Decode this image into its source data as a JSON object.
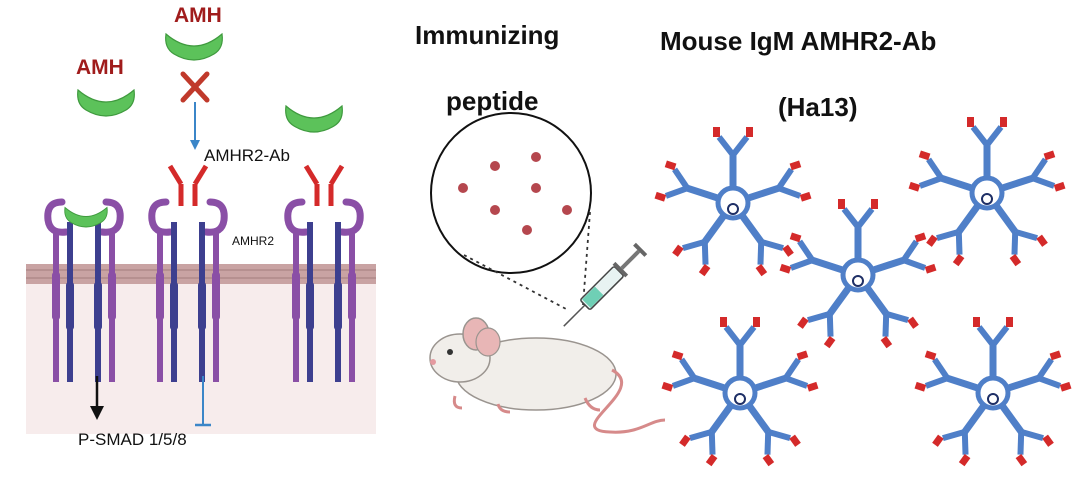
{
  "left_panel": {
    "amh_label_1": "AMH",
    "amh_label_2": "AMH",
    "antibody_label": "AMHR2-Ab",
    "receptor_label": "AMHR2",
    "signal_label": "P-SMAD 1/5/8"
  },
  "middle_panel": {
    "title_line1": "Immunizing",
    "title_line2": "peptide"
  },
  "right_panel": {
    "title_line1": "Mouse IgM AMHR2-Ab",
    "title_line2": "(Ha13)"
  },
  "colors": {
    "amh_text": "#a01c1c",
    "ligand_green": "#5cc25a",
    "receptor_purple": "#8a4fa6",
    "receptor_navy": "#3d3f8f",
    "antibody_red": "#d42a2a",
    "igm_blue": "#4f7fc8",
    "membrane": "#c9a3a3",
    "peptide_dot": "#b5474e"
  }
}
